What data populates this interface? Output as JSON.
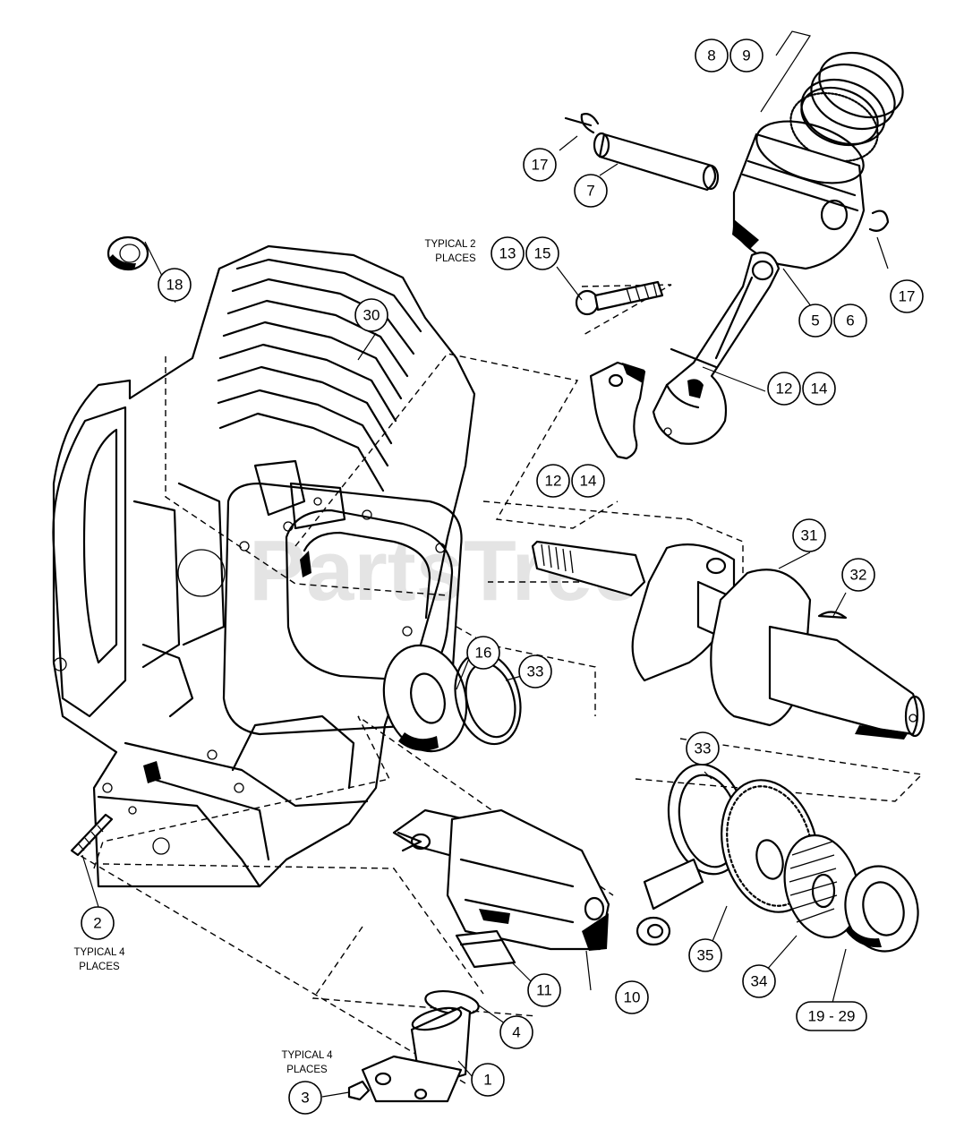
{
  "watermark": "PartsTree",
  "notes": {
    "typical_2_line1": "TYPICAL 2",
    "typical_2_line2": "PLACES",
    "typical_4_a_line1": "TYPICAL 4",
    "typical_4_a_line2": "PLACES",
    "typical_4_b_line1": "TYPICAL 4",
    "typical_4_b_line2": "PLACES"
  },
  "callouts": {
    "c1": "1",
    "c2": "2",
    "c3": "3",
    "c4": "4",
    "c5": "5",
    "c6": "6",
    "c7": "7",
    "c8": "8",
    "c9": "9",
    "c10": "10",
    "c11": "11",
    "c12a": "12",
    "c14a": "14",
    "c12b": "12",
    "c14b": "14",
    "c13": "13",
    "c15": "15",
    "c16": "16",
    "c17a": "17",
    "c17b": "17",
    "c18": "18",
    "c19_29": "19 - 29",
    "c30": "30",
    "c31": "31",
    "c32": "32",
    "c33a": "33",
    "c33b": "33",
    "c34": "34",
    "c35": "35"
  }
}
